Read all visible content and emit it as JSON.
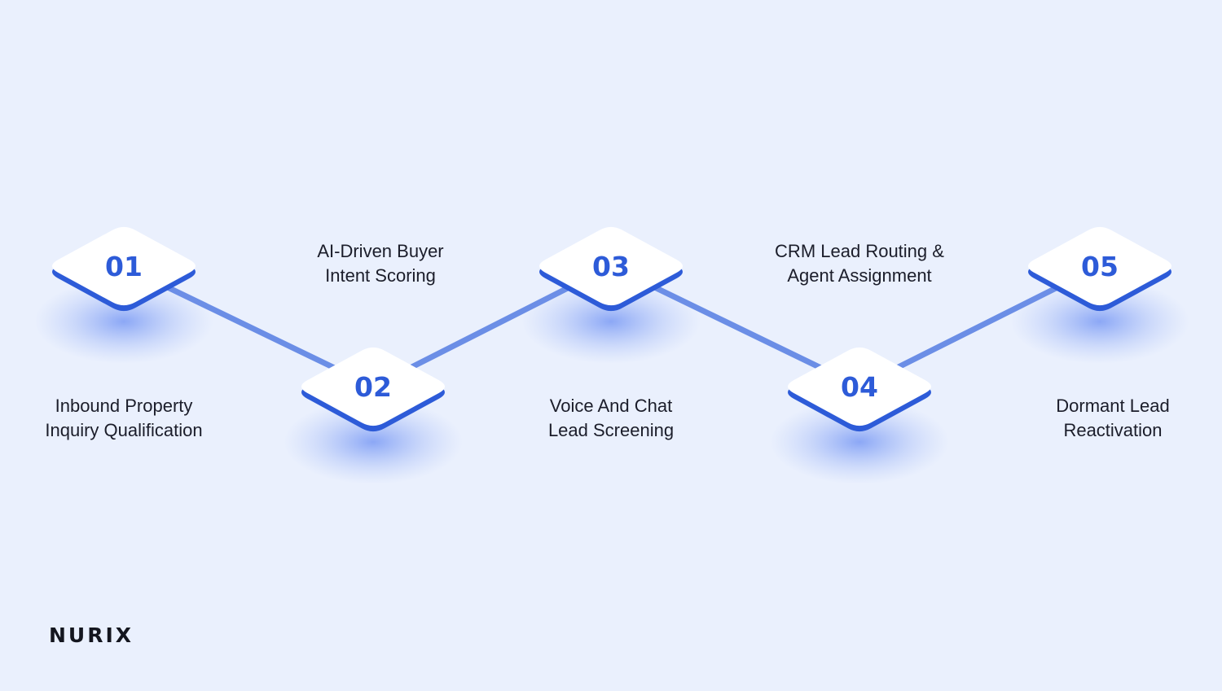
{
  "steps": [
    {
      "number": "01",
      "line1": "Inbound Property",
      "line2": "Inquiry Qualification"
    },
    {
      "number": "02",
      "line1": "AI-Driven Buyer",
      "line2": "Intent Scoring"
    },
    {
      "number": "03",
      "line1": "Voice And Chat",
      "line2": "Lead Screening"
    },
    {
      "number": "04",
      "line1": "CRM Lead Routing &",
      "line2": "Agent Assignment"
    },
    {
      "number": "05",
      "line1": "Dormant Lead",
      "line2": "Reactivation"
    }
  ],
  "brand": {
    "name": "NURIX"
  },
  "colors": {
    "background": "#eaf0fd",
    "accent": "#2d5bd8",
    "connector": "#6b8ee6",
    "tile_face": "#ffffff",
    "text": "#1b1d2a"
  }
}
